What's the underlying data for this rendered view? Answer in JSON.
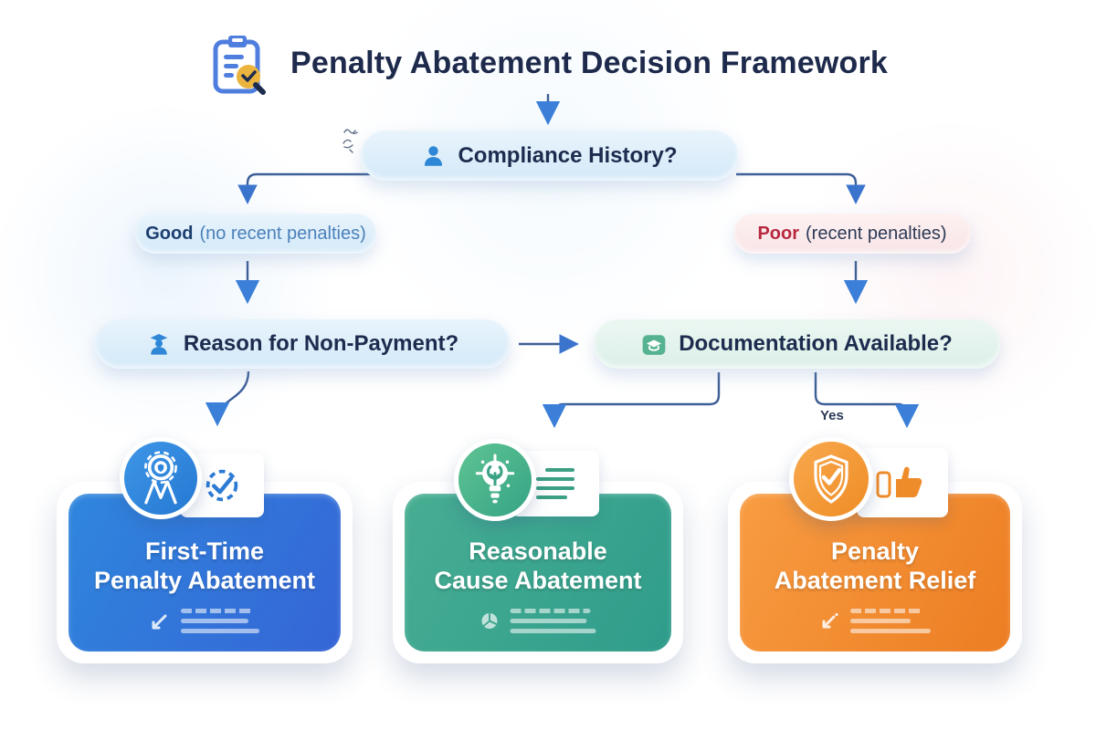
{
  "header": {
    "title": "Penalty Abatement Decision Framework",
    "icon": "clipboard-search-icon"
  },
  "decision_nodes": {
    "compliance": {
      "label": "Compliance History?",
      "icon": "person-icon"
    },
    "reason": {
      "label": "Reason for Non-Payment?",
      "icon": "person-cap-icon"
    },
    "documentation": {
      "label": "Documentation Available?",
      "icon": "box-gradcap-icon"
    }
  },
  "branch_labels": {
    "good_strong": "Good",
    "good_rest": "(no recent penalties)",
    "poor_strong": "Poor",
    "poor_rest": "(recent penalties)",
    "yes": "Yes"
  },
  "outcomes": [
    {
      "line1": "First-Time",
      "line2": "Penalty Abatement",
      "card_from": "#2f86dd",
      "card_to": "#3565d6",
      "badge_from": "#3f97e8",
      "badge_to": "#2478d1",
      "badge_icon": "award-ribbon-icon",
      "tile_icon": "verified-check-icon"
    },
    {
      "line1": "Reasonable",
      "line2": "Cause Abatement",
      "card_from": "#47ae92",
      "card_to": "#2f9c8b",
      "badge_from": "#5fc493",
      "badge_to": "#35a385",
      "badge_icon": "lightbulb-icon",
      "tile_icon": "document-lines-icon"
    },
    {
      "line1": "Penalty",
      "line2": "Abatement Relief",
      "card_from": "#f89c42",
      "card_to": "#ec7d22",
      "badge_from": "#f8a94f",
      "badge_to": "#ef8c24",
      "badge_icon": "shield-check-icon",
      "tile_icon": "thumbs-up-phone-icon"
    }
  ],
  "colors": {
    "title_text": "#1e2a4b",
    "node_text": "#1d2c4e",
    "good_strong": "#1c3e70",
    "good_rest": "#4b80ba",
    "poor_strong": "#b7283f",
    "poor_rest": "#2c3a55",
    "connector": "#3d5f97",
    "arrowhead": "#3b74cd",
    "pill_blue_bg": "#ddeefb",
    "pill_pink_bg": "#fbe9ea",
    "pill_mint_bg": "#e3f2ec"
  }
}
